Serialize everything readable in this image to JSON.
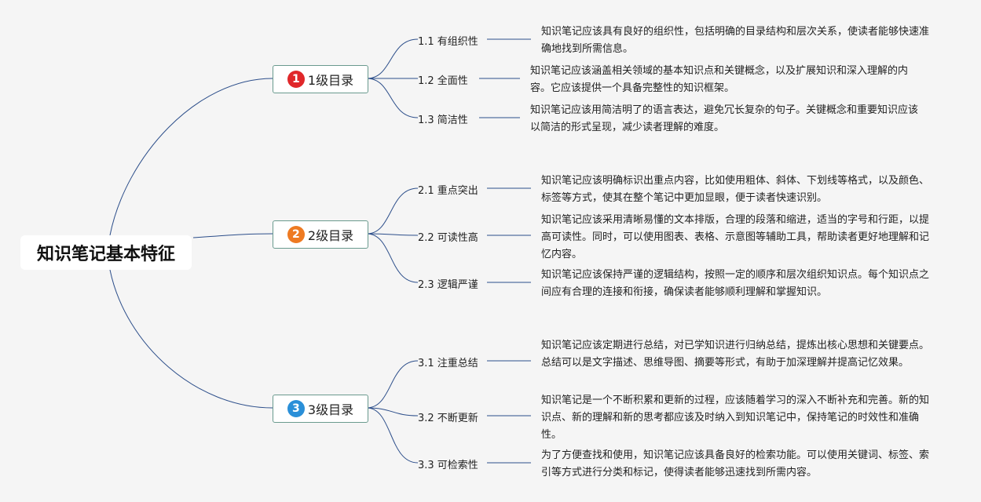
{
  "root": {
    "title": "知识笔记基本特征"
  },
  "colors": {
    "line": "#2c4e8a",
    "badge_1": "#e0272a",
    "badge_2": "#ee7a22",
    "badge_3": "#2a8fd8",
    "node_border": "#6a9a8e"
  },
  "sections": [
    {
      "badge": "1",
      "label": "1级目录",
      "items": [
        {
          "label": "1.1 有组织性",
          "desc": "知识笔记应该具有良好的组织性，包括明确的目录结构和层次关系，使读者能够快速准确地找到所需信息。"
        },
        {
          "label": "1.2 全面性",
          "desc": "知识笔记应该涵盖相关领域的基本知识点和关键概念，以及扩展知识和深入理解的内容。它应该提供一个具备完整性的知识框架。"
        },
        {
          "label": "1.3 简洁性",
          "desc": "知识笔记应该用简洁明了的语言表达，避免冗长复杂的句子。关键概念和重要知识应该以简洁的形式呈现，减少读者理解的难度。"
        }
      ]
    },
    {
      "badge": "2",
      "label": "2级目录",
      "items": [
        {
          "label": "2.1 重点突出",
          "desc": "知识笔记应该明确标识出重点内容，比如使用粗体、斜体、下划线等格式，以及颜色、标签等方式，使其在整个笔记中更加显眼，便于读者快速识别。"
        },
        {
          "label": "2.2 可读性高",
          "desc": "知识笔记应该采用清晰易懂的文本排版，合理的段落和缩进，适当的字号和行距，以提高可读性。同时，可以使用图表、表格、示意图等辅助工具，帮助读者更好地理解和记忆内容。"
        },
        {
          "label": "2.3 逻辑严谨",
          "desc": "知识笔记应该保持严谨的逻辑结构，按照一定的顺序和层次组织知识点。每个知识点之间应有合理的连接和衔接，确保读者能够顺利理解和掌握知识。"
        }
      ]
    },
    {
      "badge": "3",
      "label": "3级目录",
      "items": [
        {
          "label": "3.1 注重总结",
          "desc": "知识笔记应该定期进行总结，对已学知识进行归纳总结，提炼出核心思想和关键要点。总结可以是文字描述、思维导图、摘要等形式，有助于加深理解并提高记忆效果。"
        },
        {
          "label": "3.2 不断更新",
          "desc": "知识笔记是一个不断积累和更新的过程，应该随着学习的深入不断补充和完善。新的知识点、新的理解和新的思考都应该及时纳入到知识笔记中，保持笔记的时效性和准确性。"
        },
        {
          "label": "3.3 可检索性",
          "desc": "为了方便查找和使用，知识笔记应该具备良好的检索功能。可以使用关键词、标签、索引等方式进行分类和标记，使得读者能够迅速找到所需内容。"
        }
      ]
    }
  ]
}
